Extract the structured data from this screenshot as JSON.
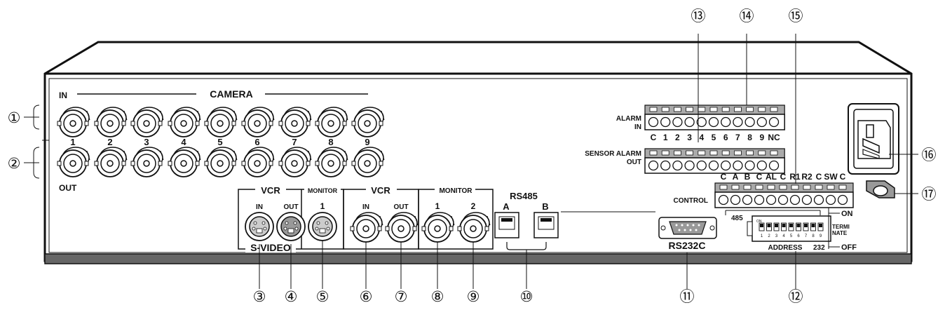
{
  "labels": {
    "camera": "CAMERA",
    "in": "IN",
    "out": "OUT",
    "camera_numbers": [
      "1",
      "2",
      "3",
      "4",
      "5",
      "6",
      "7",
      "8",
      "9"
    ],
    "vcr": "VCR",
    "monitor": "MONITOR",
    "svideo_in": "IN",
    "svideo_out": "OUT",
    "svideo_mon": "1",
    "svideo": "S-VIDEO",
    "vcr_in": "IN",
    "vcr_out": "OUT",
    "mon1": "1",
    "mon2": "2",
    "rs485": "RS485",
    "rs485_a": "A",
    "rs485_b": "B",
    "rs232c": "RS232C",
    "alarm_in_1": "ALARM",
    "alarm_in_2": "IN",
    "alarm_terms": [
      "C",
      "1",
      "2",
      "3",
      "4",
      "5",
      "6",
      "7",
      "8",
      "9",
      "NC"
    ],
    "sensor_alarm": "SENSOR ALARM",
    "sensor_out": "OUT",
    "control_terms": [
      "C",
      "A",
      "B",
      "C",
      "AL",
      "C",
      "R1",
      "R2",
      "C",
      "SW",
      "C"
    ],
    "control": "CONTROL",
    "t485": "485",
    "on": "ON",
    "termi_1": "TERMI",
    "termi_2": "NATE",
    "address": "ADDRESS",
    "t232": "232",
    "off": "OFF",
    "dip_on": "ON",
    "dip_numbers": [
      "1",
      "2",
      "3",
      "4",
      "5",
      "6",
      "7",
      "8",
      "9"
    ]
  },
  "callouts": [
    "①",
    "②",
    "③",
    "④",
    "⑤",
    "⑥",
    "⑦",
    "⑧",
    "⑨",
    "⑩",
    "⑪",
    "⑫",
    "⑬",
    "⑭",
    "⑮",
    "⑯",
    "⑰"
  ]
}
